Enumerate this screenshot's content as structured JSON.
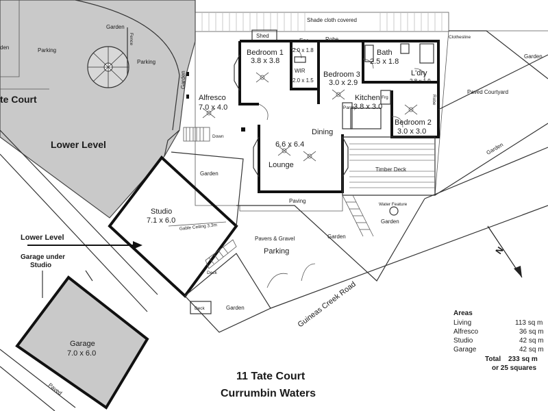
{
  "labels": {
    "shade_cloth": "Shade cloth covered",
    "shed": "Shed",
    "ens": "Ens",
    "ens_dim": "2.0 x 1.8",
    "robe_top": "Robe",
    "bath": "Bath",
    "bath_dim": "2.5 x 1.8",
    "clothesline": "Clothesline",
    "garden_left_top": "Garden",
    "garden_far_left": "den",
    "parking_left": "Parking",
    "parking_spiral": "Parking",
    "fence": "Fence",
    "garden_vertical": "Garden",
    "bedroom1": "Bedroom 1",
    "bedroom1_dim": "3.8 x 3.8",
    "wir": "WIR",
    "wir_dim": "2.0 x 1.5",
    "bedroom3": "Bedroom 3",
    "bedroom3_dim": "3.0 x 2.9",
    "ldry": "L'dry",
    "ldry_dim": "2.8 x 1.9",
    "garden_right": "Garden",
    "paved_courtyard": "Paved Courtyard",
    "tate_court_road": "te Court",
    "alfresco": "Alfresco",
    "alfresco_dim": "7.0 x 4.0",
    "kitchen": "Kitchen",
    "kitchen_dim": "3.8 x 3.0",
    "pantry": "Pantry",
    "fridge": "Frg",
    "robe_right": "Robe",
    "bedroom2": "Bedroom 2",
    "bedroom2_dim": "3.0 x 3.0",
    "lower_level_big": "Lower Level",
    "down": "Down",
    "dining": "Dining",
    "lounge_dim": "6.6 x 6.4",
    "lounge": "Lounge",
    "garden_right_diag": "Garden",
    "timber_deck": "Timber Deck",
    "garden_mid": "Garden",
    "paving": "Paving",
    "water_feature": "Water Feature",
    "garden_wf": "Garden",
    "studio": "Studio",
    "studio_dim": "7.1 x 6.0",
    "gable": "Gable Ceiling 3.3m",
    "lower_level_arrow": "Lower Level",
    "garage_under_1": "Garage under",
    "garage_under_2": "Studio",
    "pavers_gravel": "Pavers & Gravel",
    "parking_mid": "Parking",
    "garden_parking_right": "Garden",
    "deck_small": "Deck",
    "deck_box": "Deck",
    "garden_bottom": "Garden",
    "guineas_creek": "Guineas Creek Road",
    "garage": "Garage",
    "garage_dim": "7.0 x 6.0",
    "paved": "Paved",
    "north": "N",
    "address1": "11 Tate Court",
    "address2": "Currumbin Waters"
  },
  "areas": {
    "title": "Areas",
    "rows": [
      {
        "name": "Living",
        "value": "113 sq m"
      },
      {
        "name": "Alfresco",
        "value": "36 sq m"
      },
      {
        "name": "Studio",
        "value": "42 sq m"
      },
      {
        "name": "Garage",
        "value": "42 sq m"
      }
    ],
    "total_label": "Total",
    "total_value": "233 sq m",
    "squares": "or 25 squares"
  },
  "colors": {
    "lower_level_fill": "#c9c9c9",
    "wall": "#111111",
    "background": "#ffffff"
  }
}
